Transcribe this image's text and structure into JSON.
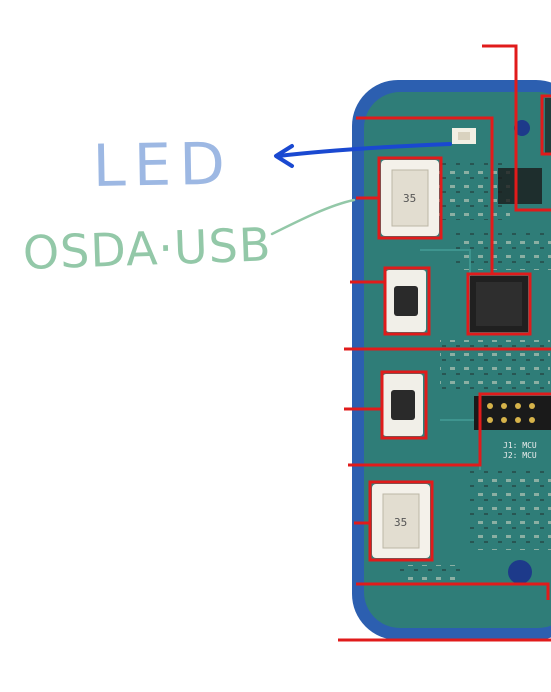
{
  "labels": {
    "led": "LED",
    "usb": "OSDA·USB"
  },
  "pcb_markings": {
    "part_value": "35",
    "connectors": "J1: MCU\nJ2: MCU"
  },
  "colors": {
    "board": "#2f7d78",
    "board_edge": "#2c5fb0",
    "callout": "#e01b1b",
    "led_ink": "#9db8e3",
    "usb_ink": "#93c8a8",
    "arrow": "#1a49d1"
  }
}
